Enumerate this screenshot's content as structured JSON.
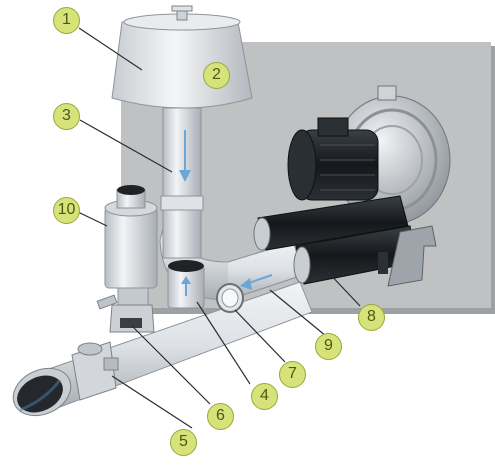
{
  "callouts": [
    {
      "id": "c1",
      "label": "1"
    },
    {
      "id": "c2",
      "label": "2"
    },
    {
      "id": "c3",
      "label": "3"
    },
    {
      "id": "c4",
      "label": "4"
    },
    {
      "id": "c5",
      "label": "5"
    },
    {
      "id": "c6",
      "label": "6"
    },
    {
      "id": "c7",
      "label": "7"
    },
    {
      "id": "c8",
      "label": "8"
    },
    {
      "id": "c9",
      "label": "9"
    },
    {
      "id": "c10",
      "label": "10"
    }
  ],
  "colors": {
    "backdrop": "#bdbfc0",
    "pipe": "#e3e6ea",
    "callout_fill": "#d6e27a",
    "callout_text": "#4b5a12",
    "flow_arrow": "#6aa6d8",
    "motor": "#1d2124"
  }
}
